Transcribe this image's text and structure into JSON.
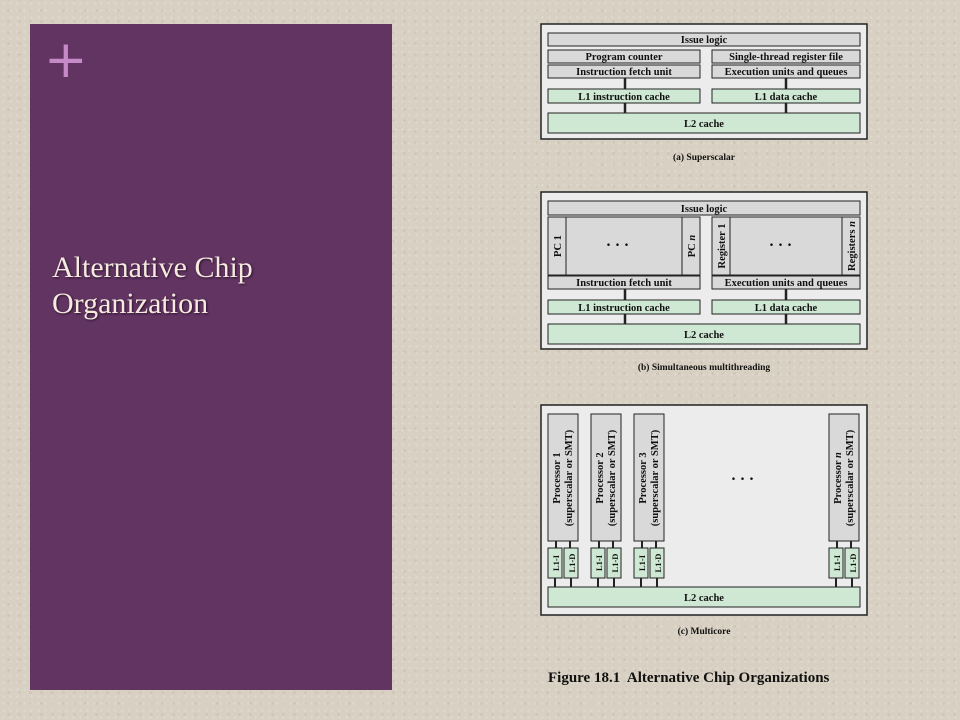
{
  "slide": {
    "plus_symbol": "+",
    "title_line1": "Alternative Chip",
    "title_line2": "Organization"
  },
  "diagram_a": {
    "issue_logic": "Issue logic",
    "program_counter": "Program counter",
    "register_file": "Single-thread register file",
    "fetch_unit": "Instruction fetch unit",
    "exec_units": "Execution units and queues",
    "l1_icache": "L1 instruction cache",
    "l1_dcache": "L1 data cache",
    "l2_cache": "L2 cache",
    "caption": "(a) Superscalar"
  },
  "diagram_b": {
    "issue_logic": "Issue logic",
    "pc1": "PC 1",
    "pcn_prefix": "PC ",
    "pcn_n": "n",
    "ellipsis_left": "...",
    "reg1": "Register 1",
    "ellipsis_right": "...",
    "regn_prefix": "Registers ",
    "regn_n": "n",
    "fetch_unit": "Instruction fetch unit",
    "exec_units": "Execution units and queues",
    "l1_icache": "L1 instruction cache",
    "l1_dcache": "L1 data cache",
    "l2_cache": "L2 cache",
    "caption": "(b) Simultaneous multithreading"
  },
  "diagram_c": {
    "p1_line1": "Processor 1",
    "p2_line1": "Processor 2",
    "p3_line1": "Processor 3",
    "pn_line1_prefix": "Processor ",
    "pn_n": "n",
    "proc_line2": "(superscalar or SMT)",
    "l1i": "L1-I",
    "l1d": "L1-D",
    "ellipsis": "...",
    "l2_cache": "L2 cache",
    "caption": "(c) Multicore"
  },
  "figure_caption": "Figure 18.1  Alternative Chip Organizations"
}
